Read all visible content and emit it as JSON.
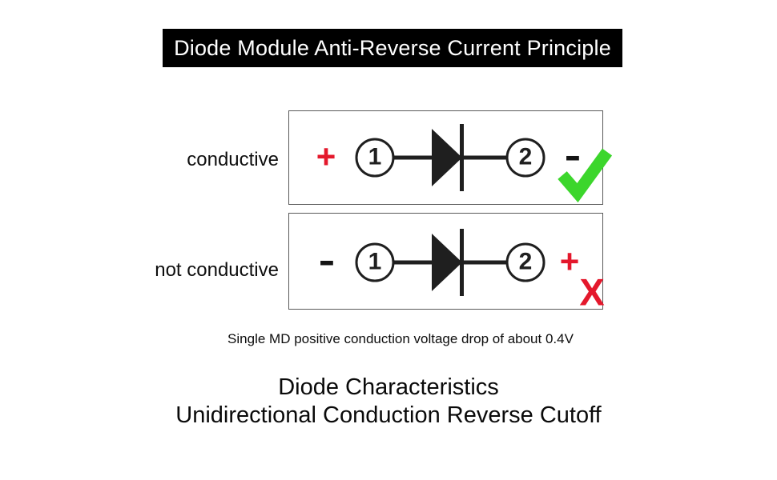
{
  "title": "Diode Module Anti-Reverse Current Principle",
  "rows": [
    {
      "label": "conductive",
      "left_sign": "+",
      "terminal1": "1",
      "terminal2": "2",
      "right_sign": "-"
    },
    {
      "label": "not conductive",
      "left_sign": "-",
      "terminal1": "1",
      "terminal2": "2",
      "right_sign": "+",
      "x_mark": "X"
    }
  ],
  "caption": "Single MD positive conduction voltage drop of about 0.4V",
  "heading": {
    "line1": "Diode Characteristics",
    "line2": "Unidirectional Conduction Reverse Cutoff"
  },
  "colors": {
    "positive_red": "#e4182c",
    "check_green": "#3cd62c",
    "ink_black": "#111111",
    "box_border_gray": "#5a5a5a",
    "banner_bg": "#000000",
    "banner_text": "#ffffff"
  }
}
